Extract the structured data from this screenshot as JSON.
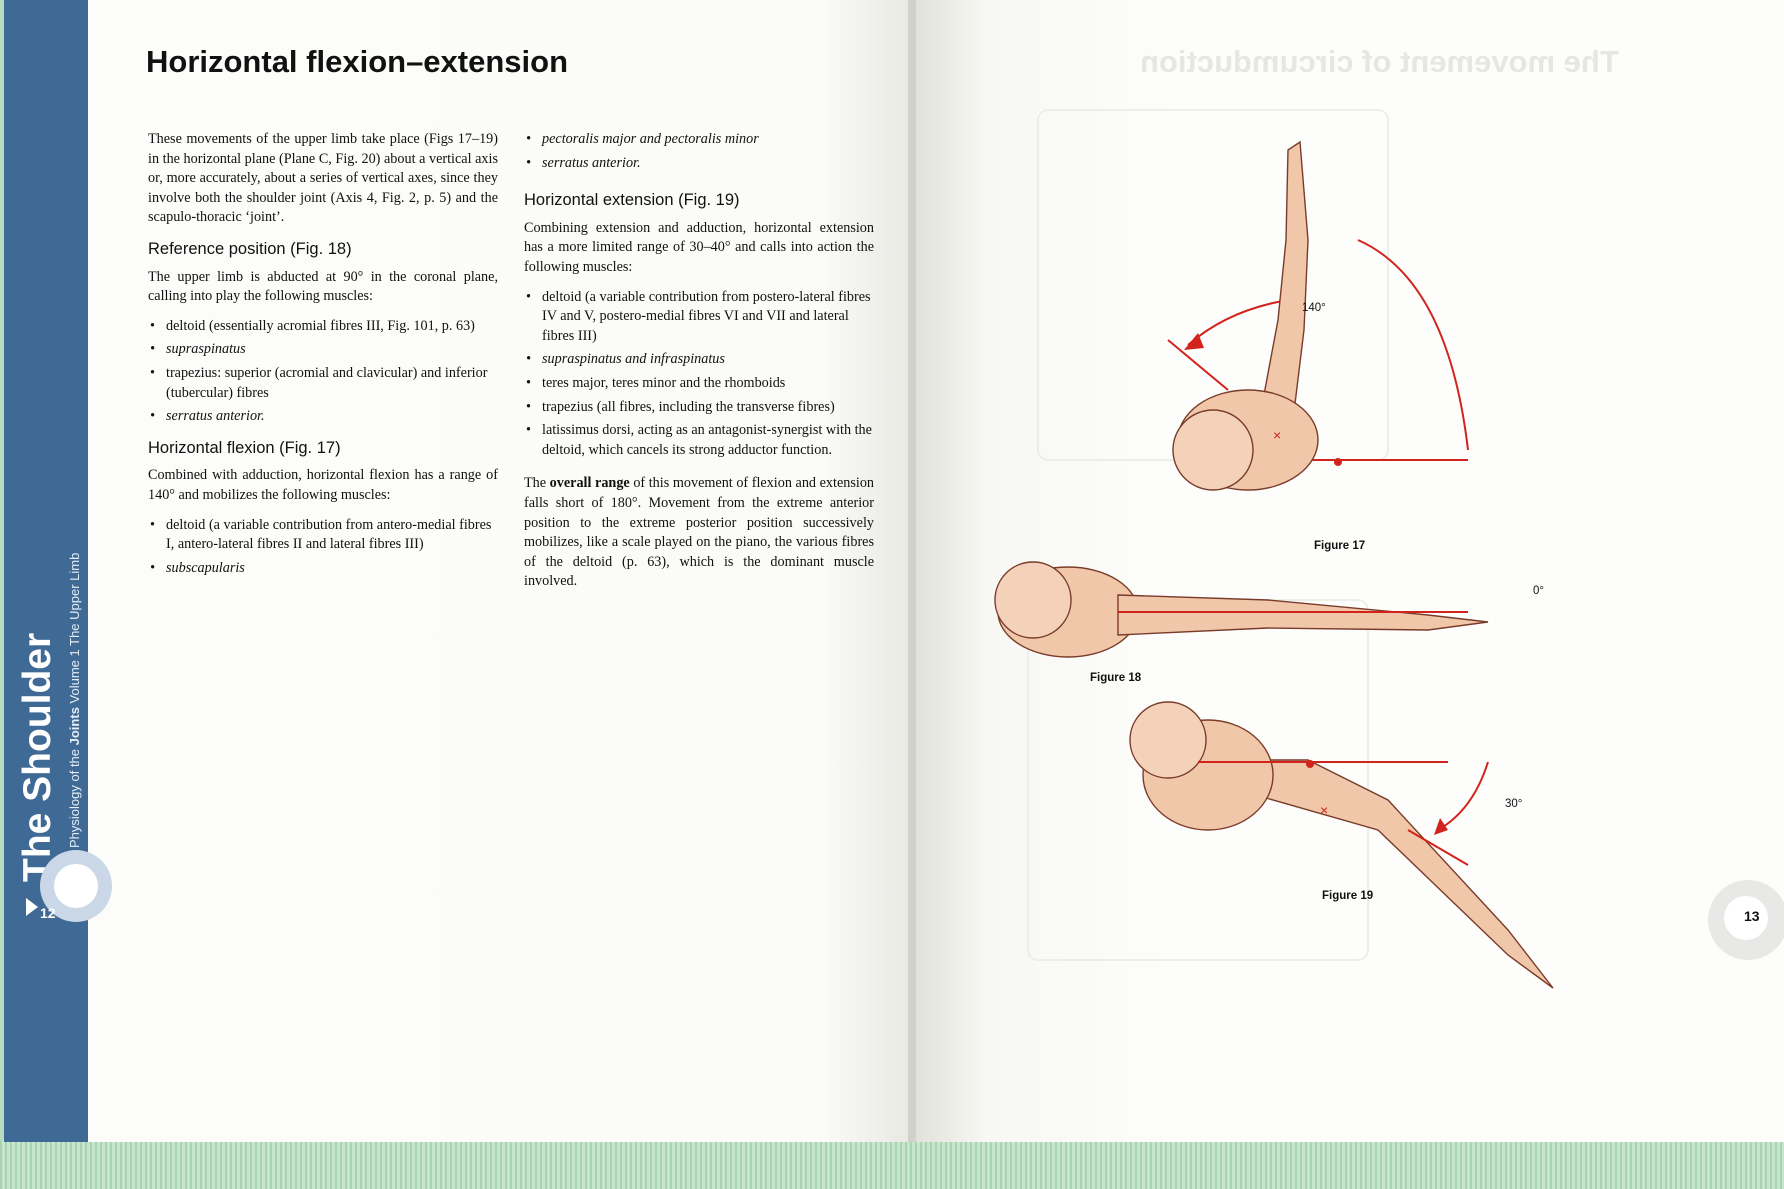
{
  "left_page": {
    "title": "Horizontal flexion–extension",
    "page_number": "12",
    "side_tab": {
      "section": "The Shoulder",
      "book_line_pre": "The Physiology of the ",
      "book_line_bold": "Joints",
      "book_line_post": " Volume 1 The Upper Limb"
    },
    "intro": "These movements of the upper limb take place (Figs 17–19) in the horizontal plane (Plane C, Fig. 20) about a vertical axis or, more accurately, about a series of vertical axes, since they involve both the shoulder joint (Axis 4, Fig. 2, p. 5) and the scapulo-thoracic ‘joint’.",
    "reference": {
      "heading": "Reference position (Fig. 18)",
      "text": "The upper limb is abducted at 90° in the coronal plane, calling into play the following muscles:",
      "items": [
        "deltoid (essentially acromial fibres III, Fig. 101, p. 63)",
        "supraspinatus",
        "trapezius: superior (acromial and clavicular) and inferior (tubercular) fibres",
        "serratus anterior."
      ]
    },
    "flexion": {
      "heading": "Horizontal flexion (Fig. 17)",
      "text": "Combined with adduction, horizontal flexion has a range of 140° and mobilizes the following muscles:",
      "items": [
        "deltoid (a variable contribution from antero-medial fibres I, antero-lateral fibres II and lateral fibres III)",
        "subscapularis"
      ]
    },
    "col2_items": [
      "pectoralis major and pectoralis minor",
      "serratus anterior."
    ],
    "extension": {
      "heading": "Horizontal extension (Fig. 19)",
      "text": "Combining extension and adduction, horizontal extension has a more limited range of 30–40° and calls into action the following muscles:",
      "items": [
        "deltoid (a variable contribution from postero-lateral fibres IV and V, postero-medial fibres VI and VII and lateral fibres III)",
        "supraspinatus and infraspinatus",
        "teres major, teres minor and the rhomboids",
        "trapezius (all fibres, including the transverse fibres)",
        "latissimus dorsi, acting as an antagonist-synergist with the deltoid, which cancels its strong adductor function."
      ]
    },
    "overall_pre": "The ",
    "overall_bold": "overall range",
    "overall_post": " of this movement of flexion and extension falls short of 180°. Movement from the extreme anterior position to the extreme posterior position successively mobilizes, like a scale played on the piano, the various fibres of the deltoid (p. 63), which is the dominant muscle involved."
  },
  "right_page": {
    "ghost_title": "The movement of circumduction",
    "page_number": "13",
    "figures": [
      {
        "label": "Figure 17",
        "angle": "140°"
      },
      {
        "label": "Figure 18",
        "angle": "0°"
      },
      {
        "label": "Figure 19",
        "angle": "30°"
      }
    ]
  },
  "colors": {
    "tab_blue": "#3f6a96",
    "skin": "#f1c7a9",
    "skin_outline": "#7a3b2a",
    "arrow_red": "#d2231c",
    "mat_green": "#b9dcc0"
  }
}
